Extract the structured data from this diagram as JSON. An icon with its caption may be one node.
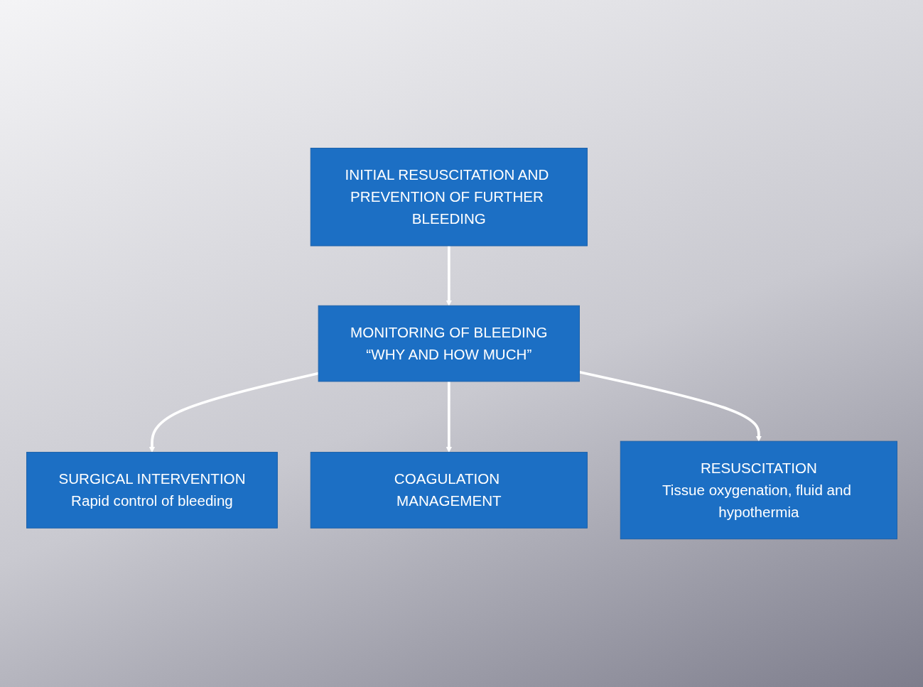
{
  "diagram": {
    "nodes": [
      {
        "text": [
          "INITIAL RESUSCITATION AND PREVENTION OF FURTHER BLEEDING"
        ]
      },
      {
        "text": [
          "MONITORING OF BLEEDING",
          "“WHY AND HOW MUCH”"
        ]
      },
      {
        "text": [
          "SURGICAL INTERVENTION",
          "Rapid control of bleeding"
        ]
      },
      {
        "text": [
          "COAGULATION MANAGEMENT"
        ]
      },
      {
        "text": [
          "RESUSCITATION",
          "Tissue oxygenation, fluid and hypothermia"
        ]
      }
    ],
    "edges": [
      {
        "from": 0,
        "to": 1,
        "arrow": "to"
      },
      {
        "from": 1,
        "to": 2,
        "arrow": "to"
      },
      {
        "from": 1,
        "to": 3,
        "arrow": "to"
      },
      {
        "from": 1,
        "to": 4,
        "arrow": "to"
      }
    ]
  }
}
